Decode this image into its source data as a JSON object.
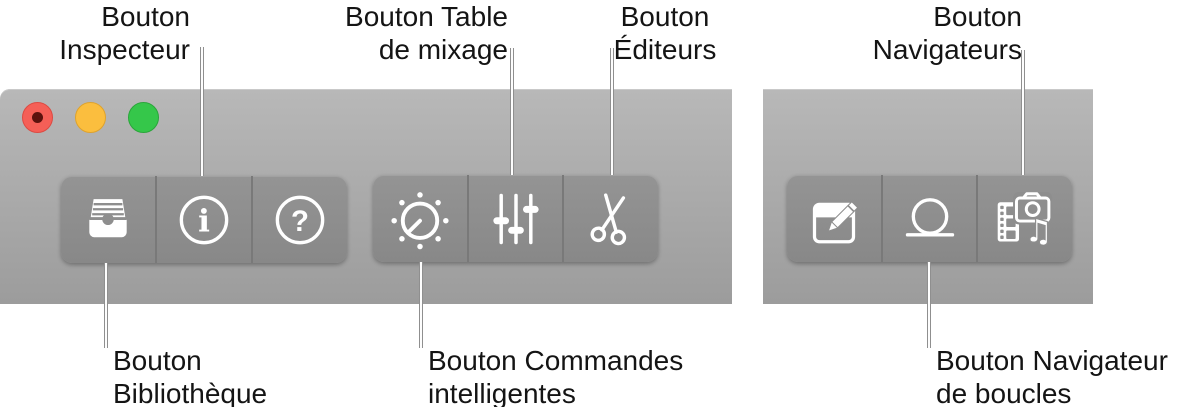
{
  "window": {
    "controls": {
      "close": "close",
      "minimize": "minimize",
      "zoom": "zoom"
    }
  },
  "toolbar": {
    "groups": [
      {
        "buttons": [
          "library",
          "inspector",
          "help"
        ]
      },
      {
        "buttons": [
          "smart-controls",
          "mixer",
          "editors"
        ]
      },
      {
        "buttons": [
          "note-pad",
          "loop-browser",
          "media-browser"
        ]
      }
    ],
    "glyphs": {
      "inspector_i": "i",
      "help_q": "?",
      "media_note": "♫"
    }
  },
  "callouts": {
    "top": [
      {
        "line1": "Bouton",
        "line2": "Inspecteur"
      },
      {
        "line1": "Bouton Table",
        "line2": "de mixage"
      },
      {
        "line1": "Bouton",
        "line2": "Éditeurs"
      },
      {
        "line1": "Bouton",
        "line2": "Navigateurs"
      }
    ],
    "bottom": [
      {
        "line1": "Bouton",
        "line2": "Bibliothèque"
      },
      {
        "line1": "Bouton Commandes",
        "line2": "intelligentes"
      },
      {
        "line1": "Bouton Navigateur",
        "line2": "de boucles"
      }
    ]
  },
  "colors": {
    "toolbar_top": "#b8b8b8",
    "toolbar_bottom": "#9c9c9c",
    "button_fill": "#8e8e8e",
    "separator": "#797979",
    "icon": "#ffffff",
    "traffic_red": "#f55f57",
    "traffic_yellow": "#fbbe3e",
    "traffic_green": "#35c74a",
    "label_text": "#141414",
    "callout_line_edge": "#8f8f8f"
  }
}
